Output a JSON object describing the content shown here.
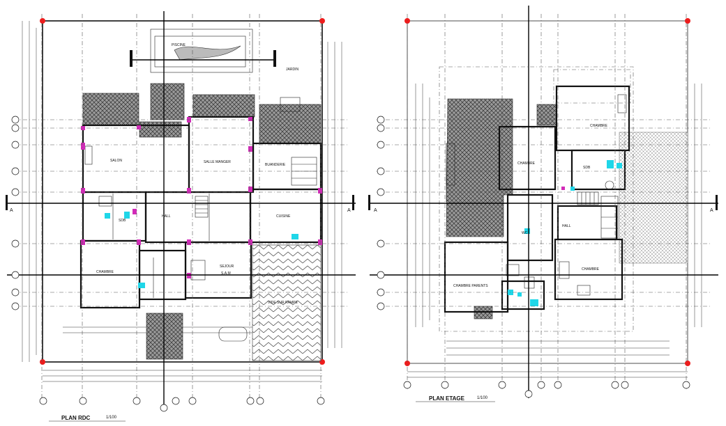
{
  "colors": {
    "lines": "#111111",
    "columns": "#d22bb8",
    "sanitary": "#1fd6e8",
    "corner_markers": "#ee1c1c",
    "background": "#ffffff"
  },
  "section_marker": "A",
  "plan_rdc": {
    "title": "PLAN RDC",
    "scale": "1/100",
    "rooms": {
      "piscine": "PISCINE",
      "jardin": "JARDIN",
      "salon": "SALON",
      "salle_manger": "SALLE MANGER",
      "buanderie": "BUANDERIE",
      "sdb": "SDB",
      "hall": "HALL",
      "cuisine": "CUISINE",
      "chambre": "CHAMBRE",
      "sejour": "SEJOUR",
      "sam": "S.A.M",
      "garage": "VIDE SUR RAMPE"
    }
  },
  "plan_etage": {
    "title": "PLAN ETAGE",
    "scale": "1/100",
    "rooms": {
      "chambre_nord": "CHAMBRE",
      "chambre_centre": "CHAMBRE",
      "sdb": "SDB",
      "hall": "HALL",
      "wc": "WC",
      "chambre_parents": "CHAMBRE PARENTS",
      "chambre_est": "CHAMBRE"
    }
  }
}
